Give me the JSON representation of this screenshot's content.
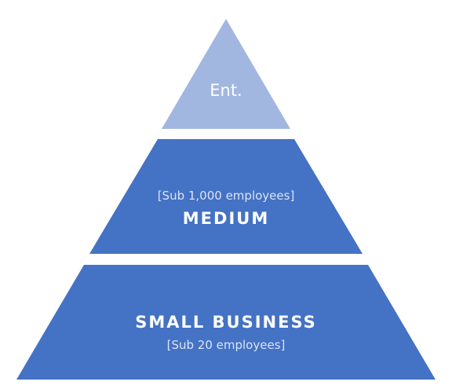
{
  "diagram": {
    "type": "pyramid",
    "tiers": [
      {
        "id": "enterprise",
        "label": "Ent.",
        "sublabel": "",
        "color": "#a1b7e0"
      },
      {
        "id": "medium",
        "label": "MEDIUM",
        "sublabel": "[Sub 1,000 employees]",
        "color": "#4472c4"
      },
      {
        "id": "small-business",
        "label": "SMALL BUSINESS",
        "sublabel": "[Sub 20 employees]",
        "color": "#4472c4"
      }
    ]
  }
}
